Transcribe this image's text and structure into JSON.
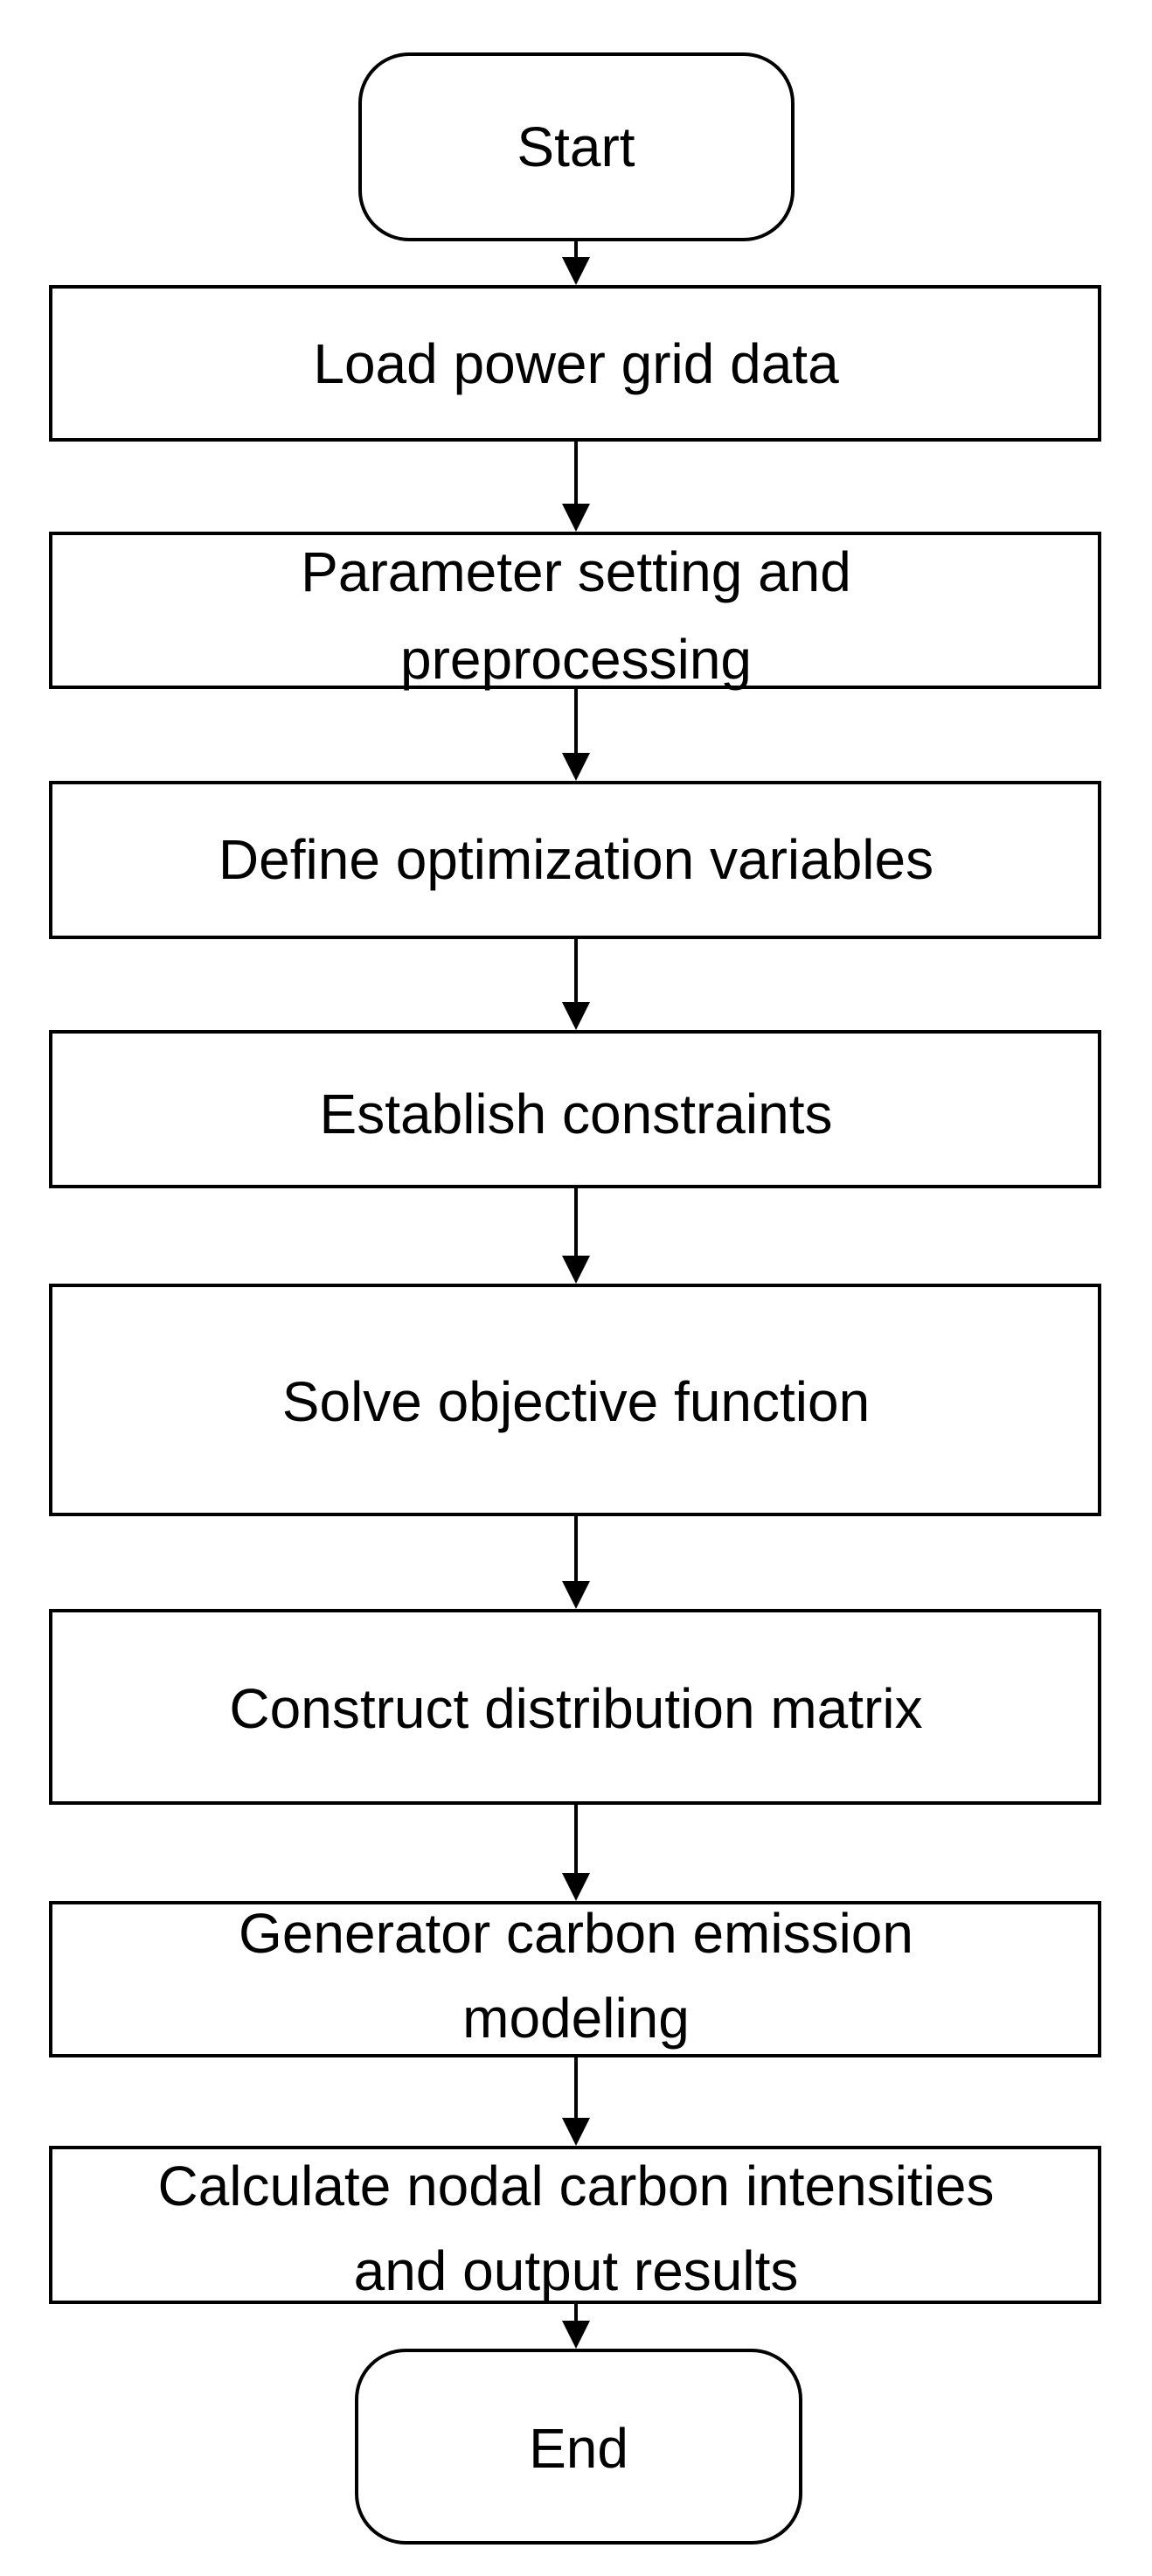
{
  "flowchart": {
    "start": {
      "label": "Start"
    },
    "steps": [
      {
        "lines": [
          "Load power grid data"
        ]
      },
      {
        "lines": [
          "Parameter setting and",
          "preprocessing"
        ]
      },
      {
        "lines": [
          "Define optimization variables"
        ]
      },
      {
        "lines": [
          "Establish constraints"
        ]
      },
      {
        "lines": [
          "Solve objective function"
        ]
      },
      {
        "lines": [
          "Construct distribution matrix"
        ]
      },
      {
        "lines": [
          "Generator carbon emission",
          "modeling"
        ]
      },
      {
        "lines": [
          "Calculate nodal carbon intensities",
          "and output results"
        ]
      }
    ],
    "end": {
      "label": "End"
    }
  }
}
